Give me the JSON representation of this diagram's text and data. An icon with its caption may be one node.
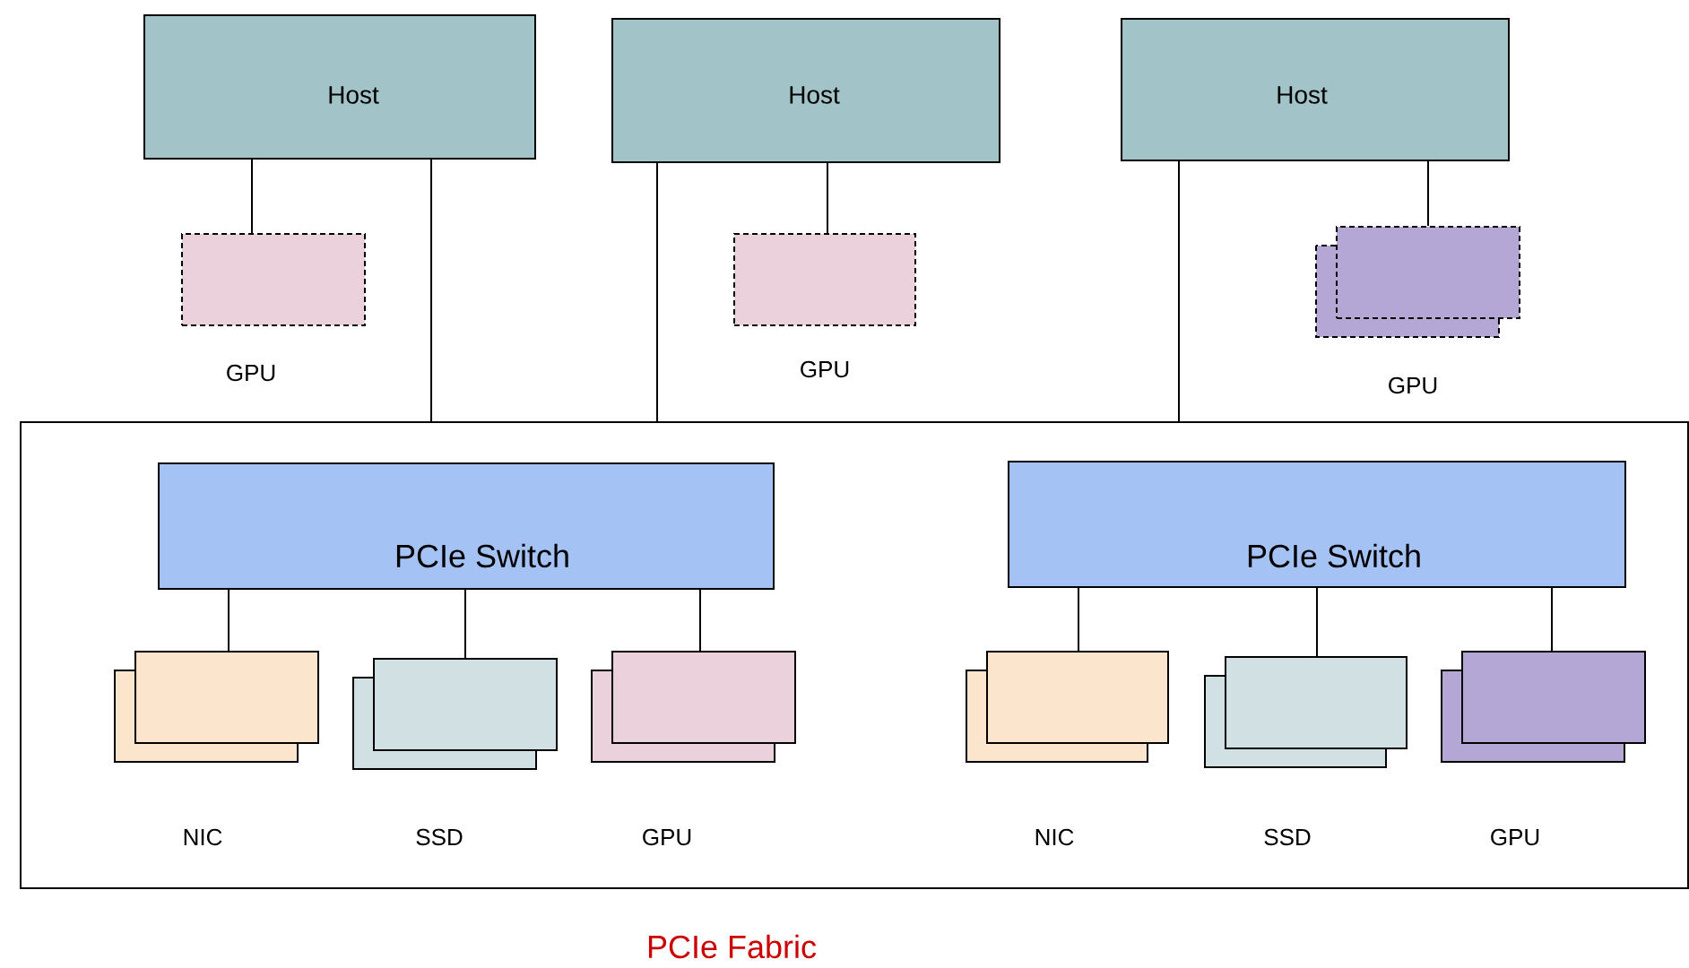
{
  "diagram": {
    "nodes": [
      {
        "text": [
          "Host"
        ]
      },
      {
        "text": [
          "Host"
        ]
      },
      {
        "text": [
          "Host"
        ]
      },
      {
        "text": [
          "GPU"
        ]
      },
      {
        "text": [
          "GPU"
        ]
      },
      {
        "text": [
          "GPU"
        ]
      },
      {
        "text": [
          "PCIe Fabric"
        ]
      },
      {
        "text": [
          "PCIe Switch"
        ],
        "in": 6
      },
      {
        "text": [
          "NIC"
        ],
        "in": 6
      },
      {
        "text": [
          "SSD"
        ],
        "in": 6
      },
      {
        "text": [
          "GPU"
        ],
        "in": 6
      },
      {
        "text": [
          "PCIe Switch"
        ],
        "in": 6
      },
      {
        "text": [
          "NIC"
        ],
        "in": 6
      },
      {
        "text": [
          "SSD"
        ],
        "in": 6
      },
      {
        "text": [
          "GPU"
        ],
        "in": 6
      }
    ],
    "edges": [
      {
        "from": 0,
        "to": 3,
        "arrow": "none"
      },
      {
        "from": 0,
        "to": 6,
        "arrow": "none"
      },
      {
        "from": 1,
        "to": 6,
        "arrow": "none"
      },
      {
        "from": 1,
        "to": 4,
        "arrow": "none"
      },
      {
        "from": 2,
        "to": 6,
        "arrow": "none"
      },
      {
        "from": 2,
        "to": 5,
        "arrow": "none"
      },
      {
        "from": 7,
        "to": 8,
        "arrow": "none"
      },
      {
        "from": 7,
        "to": 9,
        "arrow": "none"
      },
      {
        "from": 7,
        "to": 10,
        "arrow": "none"
      },
      {
        "from": 11,
        "to": 12,
        "arrow": "none"
      },
      {
        "from": 11,
        "to": 13,
        "arrow": "none"
      },
      {
        "from": 11,
        "to": 14,
        "arrow": "none"
      }
    ]
  }
}
